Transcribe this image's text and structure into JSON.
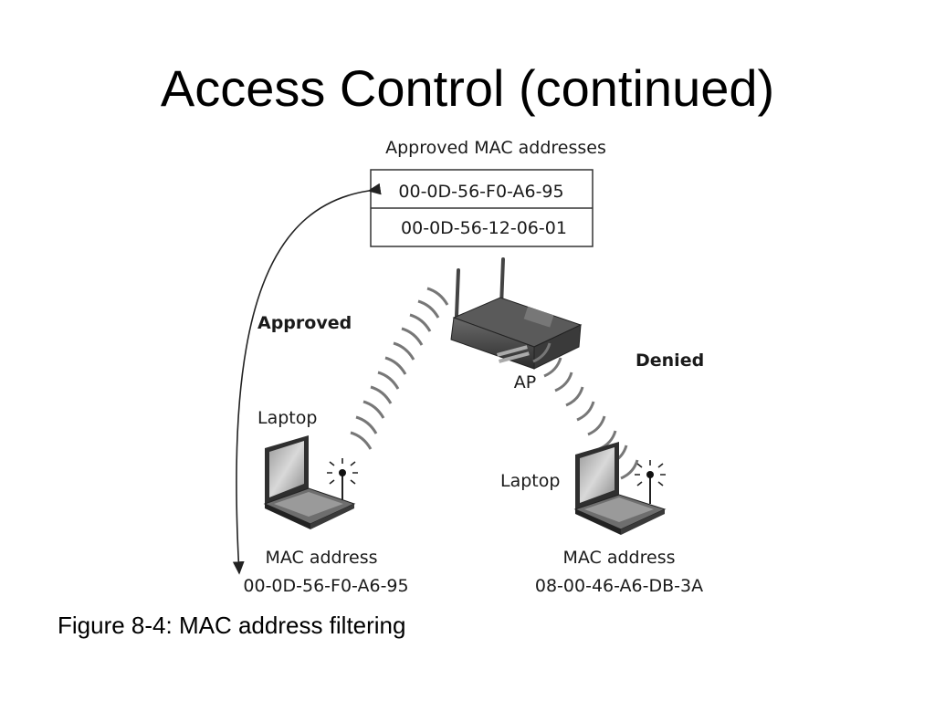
{
  "slide": {
    "title": "Access Control (continued)",
    "caption": "Figure 8-4: MAC address filtering"
  },
  "diagram": {
    "approved_list": {
      "heading": "Approved MAC addresses",
      "entries": [
        "00-0D-56-F0-A6-95",
        "00-0D-56-12-06-01"
      ]
    },
    "access_point": {
      "label": "AP"
    },
    "approved_path": {
      "label": "Approved"
    },
    "denied_path": {
      "label": "Denied"
    },
    "laptops": [
      {
        "label": "Laptop",
        "mac_caption": "MAC address",
        "mac": "00-0D-56-F0-A6-95"
      },
      {
        "label": "Laptop",
        "mac_caption": "MAC address",
        "mac": "08-00-46-A6-DB-3A"
      }
    ],
    "colors": {
      "line": "#222222",
      "device_dark": "#3a3a3a",
      "device_light": "#bdbdbd"
    }
  }
}
